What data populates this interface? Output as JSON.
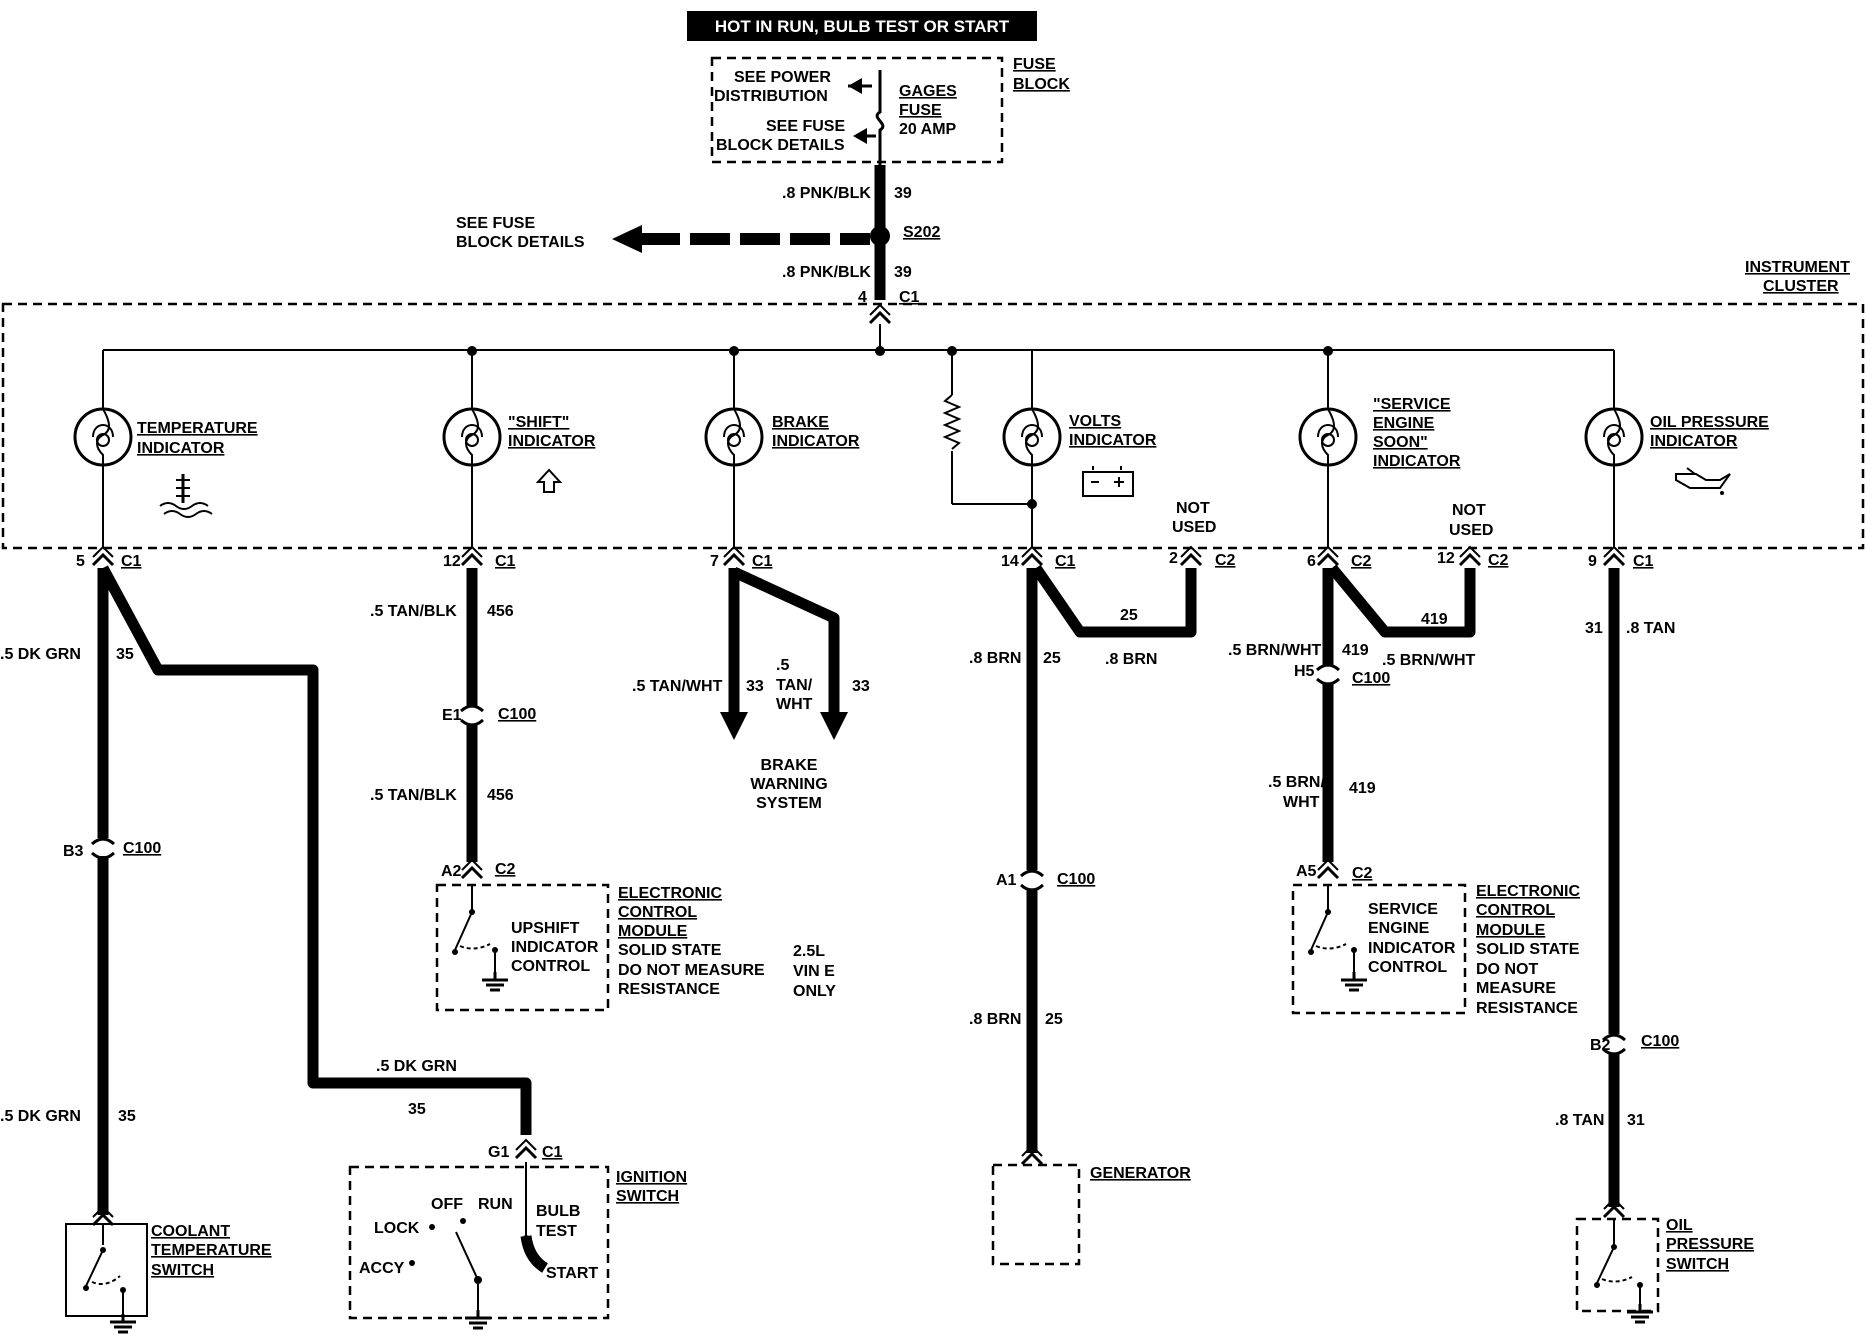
{
  "header": {
    "title": "HOT IN RUN, BULB TEST OR START"
  },
  "fuse_block": {
    "label_1": "FUSE",
    "label_2": "BLOCK",
    "see_power_1": "SEE POWER",
    "see_power_2": "DISTRIBUTION",
    "see_fuse_1": "SEE FUSE",
    "see_fuse_2": "BLOCK DETAILS",
    "fuse_1": "GAGES",
    "fuse_2": "FUSE",
    "fuse_3": "20 AMP"
  },
  "feed": {
    "wire_top_color": ".8 PNK/BLK",
    "wire_top_circuit": "39",
    "splice": "S202",
    "see_fuse_1": "SEE FUSE",
    "see_fuse_2": "BLOCK DETAILS",
    "wire_bot_color": ".8 PNK/BLK",
    "wire_bot_circuit": "39",
    "pin": "4",
    "conn": "C1"
  },
  "cluster": {
    "label_1": "INSTRUMENT",
    "label_2": "CLUSTER"
  },
  "indicators": {
    "temp_1": "TEMPERATURE",
    "temp_2": "INDICATOR",
    "shift_1": "\"SHIFT\"",
    "shift_2": "INDICATOR",
    "brake_1": "BRAKE",
    "brake_2": "INDICATOR",
    "volts_1": "VOLTS",
    "volts_2": "INDICATOR",
    "ses_1": "\"SERVICE",
    "ses_2": "ENGINE",
    "ses_3": "SOON\"",
    "ses_4": "INDICATOR",
    "oil_1": "OIL PRESSURE",
    "oil_2": "INDICATOR"
  },
  "temp_branch": {
    "pin": "5",
    "conn": "C1",
    "wire1_color": ".5 DK GRN",
    "wire1_circuit": "35",
    "c100_pin": "B3",
    "c100": "C100",
    "wire2_color": ".5 DK GRN",
    "wire2_circuit": "35",
    "wire3_color": ".5 DK GRN",
    "wire3_circuit": "35",
    "switch_1": "COOLANT",
    "switch_2": "TEMPERATURE",
    "switch_3": "SWITCH"
  },
  "ignition": {
    "pin": "G1",
    "conn": "C1",
    "label_1": "IGNITION",
    "label_2": "SWITCH",
    "off": "OFF",
    "run": "RUN",
    "lock": "LOCK",
    "accy": "ACCY",
    "bulb_1": "BULB",
    "bulb_2": "TEST",
    "start": "START"
  },
  "shift_branch": {
    "pin": "12",
    "conn": "C1",
    "wire1_color": ".5 TAN/BLK",
    "wire1_circuit": "456",
    "c100_pin": "E1",
    "c100": "C100",
    "wire2_color": ".5 TAN/BLK",
    "wire2_circuit": "456",
    "ecm_pin": "A2",
    "ecm_conn": "C2",
    "ctrl_1": "UPSHIFT",
    "ctrl_2": "INDICATOR",
    "ctrl_3": "CONTROL",
    "ecm_1": "ELECTRONIC",
    "ecm_2": "CONTROL",
    "ecm_3": "MODULE",
    "ecm_4": "SOLID STATE",
    "ecm_5": "DO NOT MEASURE",
    "ecm_6": "RESISTANCE",
    "note_1": "2.5L",
    "note_2": "VIN  E",
    "note_3": "ONLY"
  },
  "brake_branch": {
    "pin": "7",
    "conn": "C1",
    "wire_a_color": ".5 TAN/WHT",
    "wire_a_circuit": "33",
    "wire_b_1": ".5",
    "wire_b_2": "TAN/",
    "wire_b_3": "WHT",
    "wire_b_circuit": "33",
    "sys_1": "BRAKE",
    "sys_2": "WARNING",
    "sys_3": "SYSTEM"
  },
  "volts_branch": {
    "pin": "14",
    "conn": "C1",
    "nu_pin": "2",
    "nu_conn": "C2",
    "nu_1": "NOT",
    "nu_2": "USED",
    "jump_circuit": "25",
    "jump_color": ".8 BRN",
    "wire1_color": ".8 BRN",
    "wire1_circuit": "25",
    "c100_pin": "A1",
    "c100": "C100",
    "wire2_color": ".8 BRN",
    "wire2_circuit": "25",
    "generator": "GENERATOR"
  },
  "ses_branch": {
    "pin": "6",
    "conn": "C2",
    "nu_pin": "12",
    "nu_conn": "C2",
    "nu_1": "NOT",
    "nu_2": "USED",
    "jump_circuit": "419",
    "jump_color": ".5 BRN/WHT",
    "wire1_color": ".5 BRN/WHT",
    "wire1_circuit": "419",
    "c100_pin": "H5",
    "c100": "C100",
    "wire2_color_1": ".5 BRN/",
    "wire2_color_2": "WHT",
    "wire2_circuit": "419",
    "ecm_pin": "A5",
    "ecm_conn": "C2",
    "ctrl_1": "SERVICE",
    "ctrl_2": "ENGINE",
    "ctrl_3": "INDICATOR",
    "ctrl_4": "CONTROL",
    "ecm_1": "ELECTRONIC",
    "ecm_2": "CONTROL",
    "ecm_3": "MODULE",
    "ecm_4": "SOLID STATE",
    "ecm_5": "DO NOT",
    "ecm_6": "MEASURE",
    "ecm_7": "RESISTANCE"
  },
  "oil_branch": {
    "pin": "9",
    "conn": "C1",
    "wire1_circuit": "31",
    "wire1_color": ".8 TAN",
    "c100_pin": "B2",
    "c100": "C100",
    "wire2_color": ".8 TAN",
    "wire2_circuit": "31",
    "switch_1": "OIL",
    "switch_2": "PRESSURE",
    "switch_3": "SWITCH"
  }
}
